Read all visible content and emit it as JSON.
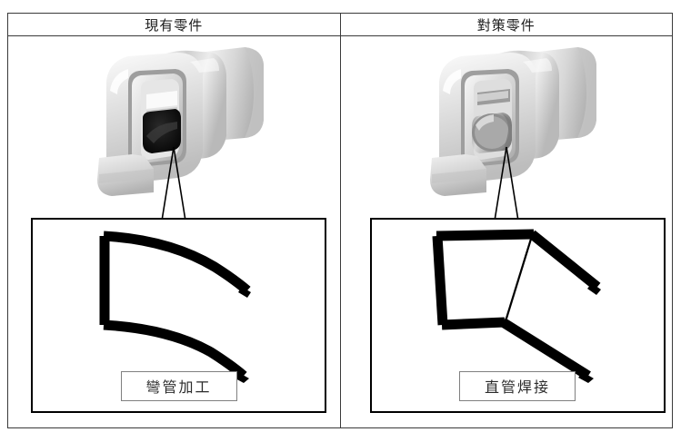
{
  "table": {
    "headers": {
      "left": "現有零件",
      "right": "對策零件"
    },
    "columns": [
      {
        "id": "existing-part",
        "header": "現有零件",
        "photo_alt": "現有零件照片",
        "caption": "彎管加工",
        "diagram_kind": "bent-tube"
      },
      {
        "id": "countermeasure-part",
        "header": "對策零件",
        "photo_alt": "對策零件照片",
        "caption": "直管焊接",
        "diagram_kind": "welded-straight-tube"
      }
    ]
  },
  "colors": {
    "table_border": "#3a3a3a",
    "diagram_border": "#000000",
    "caption_border": "#808080",
    "tube_stroke": "#000000",
    "text": "#1b1b1b",
    "caption_text": "#2b2b2b",
    "background": "#ffffff"
  }
}
